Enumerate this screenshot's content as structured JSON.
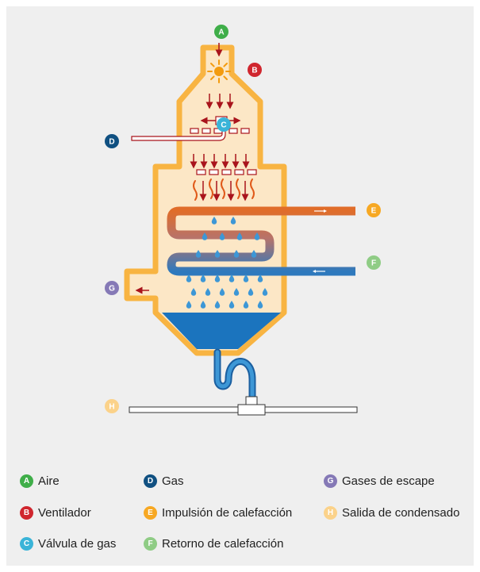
{
  "colors": {
    "background": "#efefef",
    "boiler_fill": "#fce7c6",
    "boiler_outline": "#f8b442",
    "flow_arrow": "#a9141c",
    "flame": "#e05a1a",
    "sun": "#f39b0e",
    "droplet": "#3d97d6",
    "condensate": "#1b74be",
    "hot_pipe": "#e06d2a",
    "cold_pipe": "#2e79bd",
    "gas_pipe_outline": "#a9141c"
  },
  "markers": {
    "A": {
      "letter": "A",
      "color": "#3fae49"
    },
    "B": {
      "letter": "B",
      "color": "#d0262e"
    },
    "C": {
      "letter": "C",
      "color": "#3ab4d8"
    },
    "D": {
      "letter": "D",
      "color": "#105081"
    },
    "E": {
      "letter": "E",
      "color": "#f7a823"
    },
    "F": {
      "letter": "F",
      "color": "#8fcc85"
    },
    "G": {
      "letter": "G",
      "color": "#8579b6"
    },
    "H": {
      "letter": "H",
      "color": "#fbd28a"
    }
  },
  "legend": {
    "A": "Aire",
    "B": "Ventilador",
    "C": "Válvula de gas",
    "D": "Gas",
    "E": "Impulsión de calefacción",
    "F": "Retorno de calefacción",
    "G": "Gases de escape",
    "H": "Salida de condensado"
  }
}
